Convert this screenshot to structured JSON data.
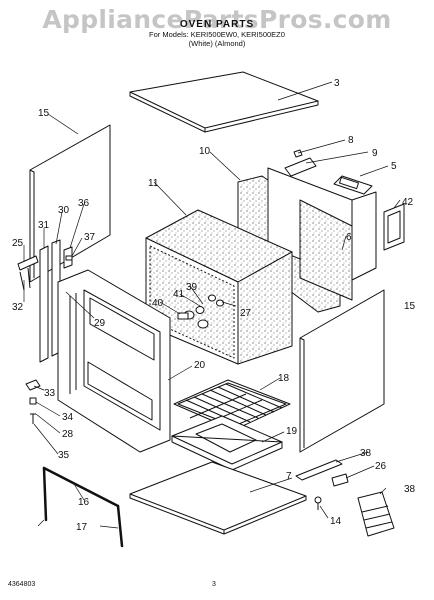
{
  "watermark": "AppliancePartsPros.com",
  "header": {
    "title": "OVEN PARTS",
    "line2": "For Models: KERI500EW0, KERI500EZ0",
    "line3": "(White)    (Almond)"
  },
  "footer": {
    "doc_number": "4364803",
    "page": "3"
  },
  "callouts": {
    "c3": "3",
    "c8": "8",
    "c9": "9",
    "c10": "10",
    "c5": "5",
    "c11": "11",
    "c15a": "15",
    "c15b": "15",
    "c42": "42",
    "c30": "30",
    "c36": "36",
    "c31": "31",
    "c37": "37",
    "c25": "25",
    "c6": "6",
    "c39": "39",
    "c41": "41",
    "c40": "40",
    "c27": "27",
    "c32": "32",
    "c29": "29",
    "c20": "20",
    "c18": "18",
    "c33": "33",
    "c19": "19",
    "c34": "34",
    "c28": "28",
    "c35": "35",
    "c38a": "38",
    "c7": "7",
    "c26": "26",
    "c16": "16",
    "c38b": "38",
    "c14": "14",
    "c17": "17"
  }
}
